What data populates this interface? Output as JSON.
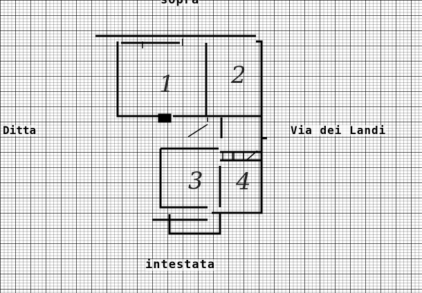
{
  "labels": {
    "top": "sopra",
    "left": "Ditta",
    "right": "Via dei Landi",
    "bottom": "intestata"
  },
  "rooms": {
    "r1": "1",
    "r2": "2",
    "r3": "3",
    "r4": "4"
  },
  "colors": {
    "ink": "#000000",
    "paper": "#ffffff"
  }
}
